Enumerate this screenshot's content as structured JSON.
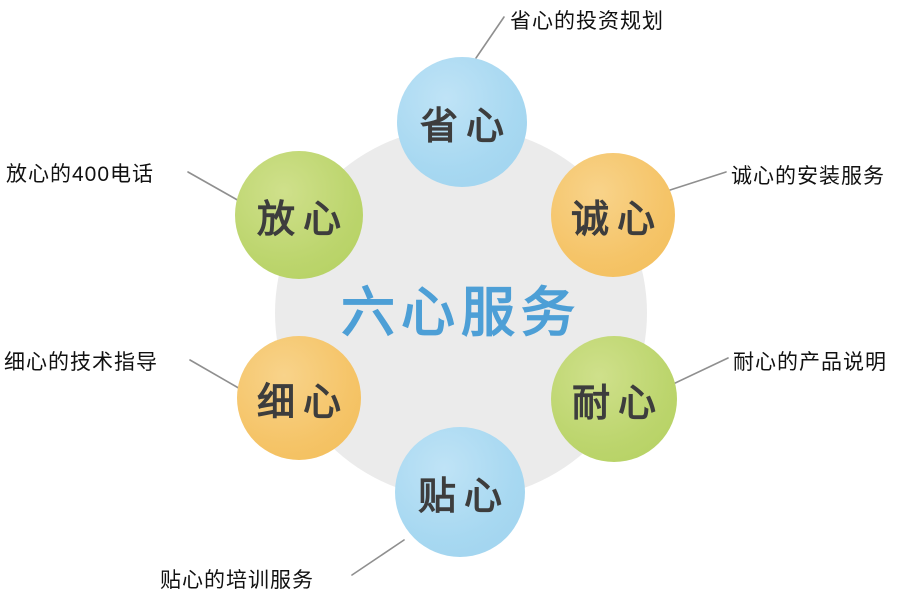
{
  "diagram": {
    "type": "hub-and-spoke",
    "title": "六心服务",
    "title_color": "#4d9fd6",
    "center_circle_color": "#ebebeb",
    "node_text_color": "#3d3d3d",
    "annotation_text_color": "#111111",
    "connector_color": "#8f8f8f",
    "colors": {
      "blue": "#a7d8f1",
      "green": "#bcd56d",
      "orange": "#f5c468"
    },
    "nodes": [
      {
        "id": "shengxin",
        "label": "省心",
        "annotation": "省心的投资规划",
        "color": "#a7d8f1",
        "position": "top"
      },
      {
        "id": "chengxin",
        "label": "诚心",
        "annotation": "诚心的安装服务",
        "color": "#f5c468",
        "position": "top-right"
      },
      {
        "id": "fangxin",
        "label": "放心",
        "annotation": "放心的400电话",
        "color": "#bcd56d",
        "position": "top-left"
      },
      {
        "id": "naixin",
        "label": "耐心",
        "annotation": "耐心的产品说明",
        "color": "#bcd56d",
        "position": "bottom-right"
      },
      {
        "id": "xixin",
        "label": "细心",
        "annotation": "细心的技术指导",
        "color": "#f5c468",
        "position": "bottom-left"
      },
      {
        "id": "tiexin",
        "label": "贴心",
        "annotation": "贴心的培训服务",
        "color": "#a7d8f1",
        "position": "bottom"
      }
    ]
  }
}
